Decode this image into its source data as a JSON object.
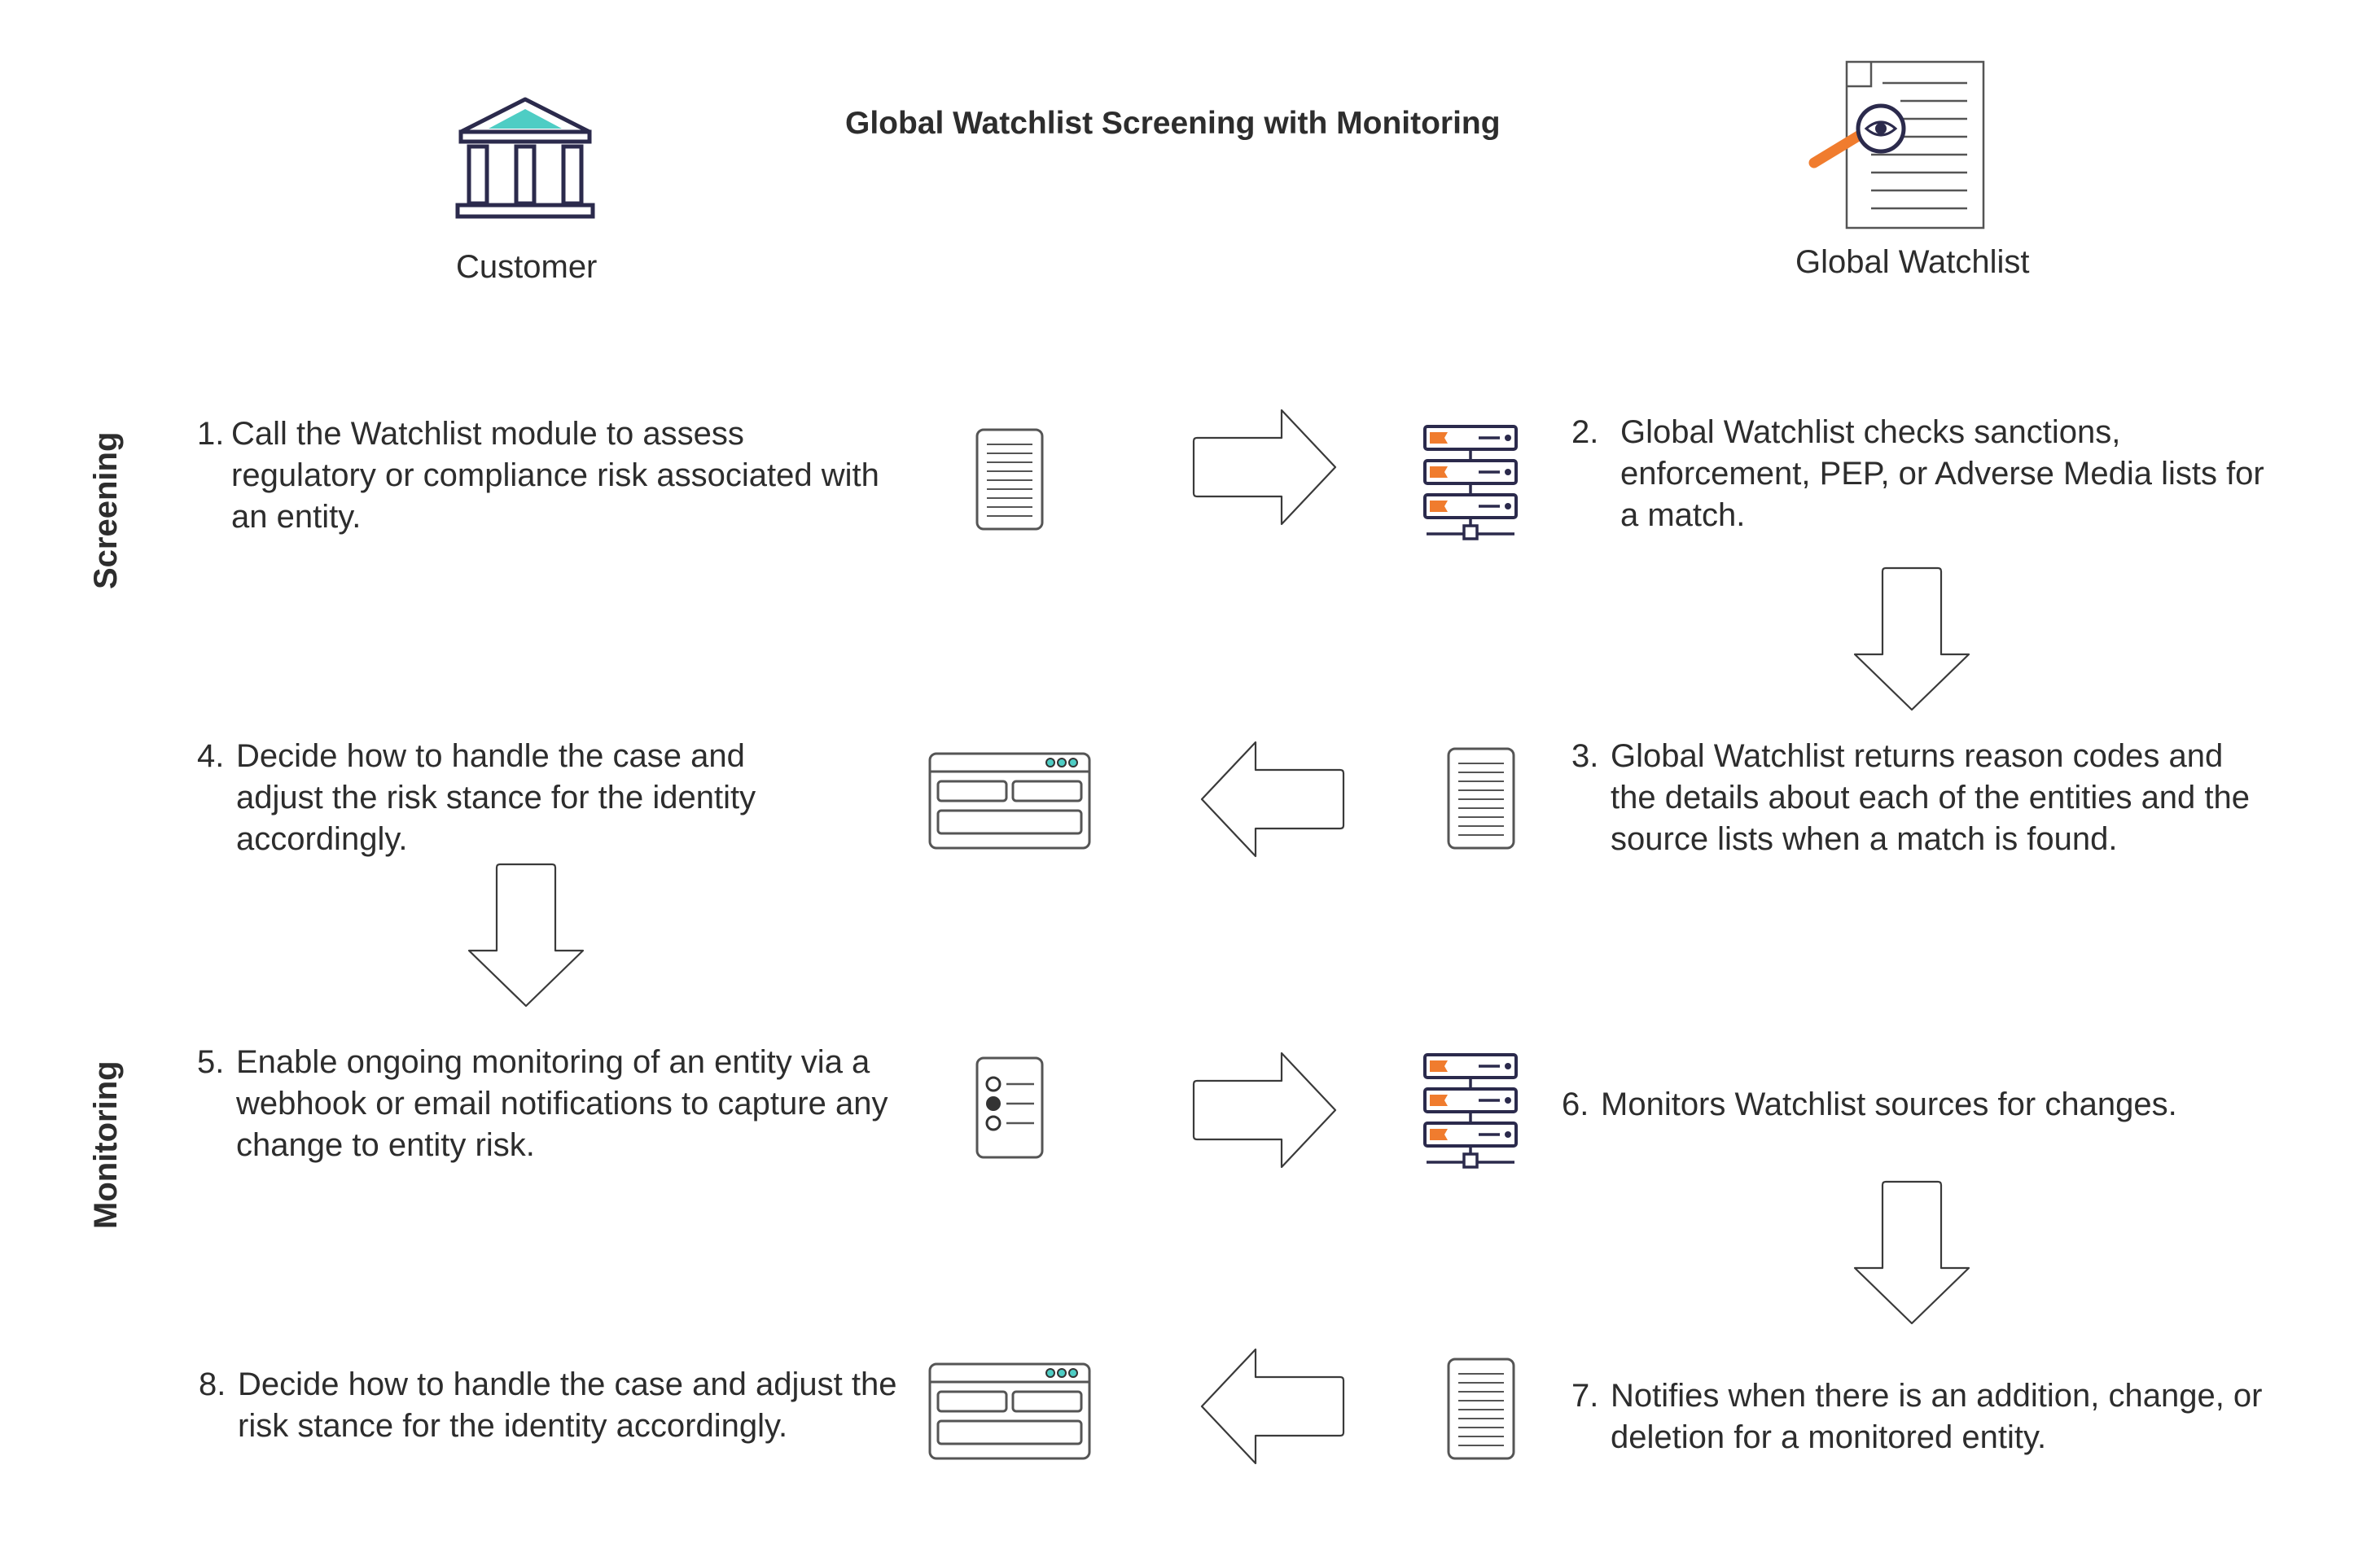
{
  "title": "Global Watchlist Screening with Monitoring",
  "actors": {
    "customer": "Customer",
    "watchlist": "Global Watchlist"
  },
  "lanes": {
    "screening": "Screening",
    "monitoring": "Monitoring"
  },
  "steps": [
    {
      "num": "1.",
      "text": "Call the Watchlist module to assess regulatory or compliance risk associated with an entity."
    },
    {
      "num": "2.",
      "text": "Global Watchlist checks sanctions, enforcement, PEP, or Adverse Media lists for a match."
    },
    {
      "num": "3.",
      "text": "Global Watchlist returns reason codes and the details about each of the entities and the source lists when a match is found."
    },
    {
      "num": "4.",
      "text": "Decide how to handle the case and adjust the risk stance for the identity accordingly."
    },
    {
      "num": "5.",
      "text": "Enable ongoing monitoring of an entity via a webhook or email notifications to capture any change to entity risk."
    },
    {
      "num": "6.",
      "text": "Monitors Watchlist sources for changes."
    },
    {
      "num": "7.",
      "text": "Notifies when there is an addition, change, or deletion for a monitored entity."
    },
    {
      "num": "8.",
      "text": "Decide how to handle the case and adjust the risk stance for the identity accordingly."
    }
  ],
  "icons": {
    "customer": "bank-building-icon",
    "watchlist": "document-magnifier-icon",
    "document": "document-icon",
    "server": "server-rack-icon",
    "browser": "browser-window-icon",
    "checklist": "radio-list-icon"
  },
  "colors": {
    "ink": "#2b2a4c",
    "accent_teal": "#4ecdc4",
    "accent_orange": "#f07c2e"
  }
}
